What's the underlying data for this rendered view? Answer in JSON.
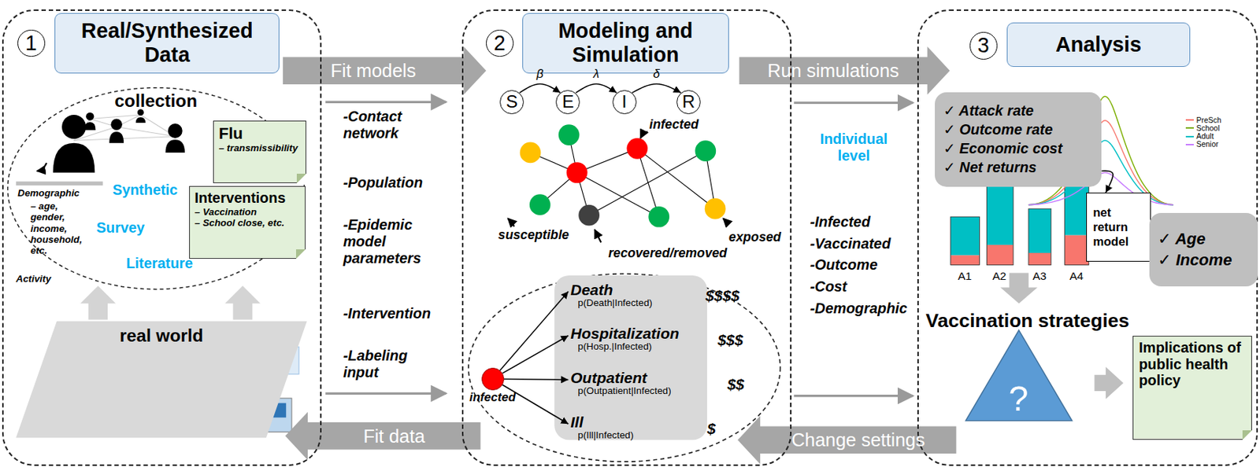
{
  "diagram": {
    "nodes": [
      {
        "text": [
          "1"
        ]
      },
      {
        "text": [
          "Real/Synthesized Data"
        ],
        "in": 0
      },
      {
        "text": [
          "collection"
        ],
        "in": 0
      },
      {
        "text": [
          "Flu",
          "– transmissibility"
        ],
        "in": 0
      },
      {
        "text": [
          "Interventions",
          "– Vaccination",
          "– School close, etc."
        ],
        "in": 0
      },
      {
        "text": [
          "real world"
        ],
        "in": 0
      },
      {
        "text": [
          "2"
        ]
      },
      {
        "text": [
          "Modeling and Simulation"
        ],
        "in": 6
      },
      {
        "text": [
          "S"
        ],
        "in": 6
      },
      {
        "text": [
          "E"
        ],
        "in": 6
      },
      {
        "text": [
          "I"
        ],
        "in": 6
      },
      {
        "text": [
          "R"
        ],
        "in": 6
      },
      {
        "text": [
          "infected"
        ],
        "in": 6
      },
      {
        "text": [
          "Death",
          "p(Death|Infected)"
        ],
        "in": 6
      },
      {
        "text": [
          "Hospitalization",
          "p(Hosp.|Infected)"
        ],
        "in": 6
      },
      {
        "text": [
          "Outpatient",
          "p(Outpatient|Infected)"
        ],
        "in": 6
      },
      {
        "text": [
          "Ill",
          "p(Ill|Infected)"
        ],
        "in": 6
      },
      {
        "text": [
          "3"
        ]
      },
      {
        "text": [
          "Analysis"
        ],
        "in": 17
      },
      {
        "text": [
          "✓ Attack rate",
          "✓ Outcome rate",
          "✓ Economic cost",
          "✓ Net returns"
        ],
        "in": 17
      },
      {
        "text": [
          "net return model"
        ],
        "in": 17
      },
      {
        "text": [
          "✓ Age",
          "✓ Income"
        ],
        "in": 17
      },
      {
        "text": [
          "?"
        ],
        "in": 17
      },
      {
        "text": [
          "Implications of public health policy"
        ],
        "in": 17
      }
    ],
    "edges": [
      {
        "from": 8,
        "to": 9,
        "label": "β",
        "arrow": "to"
      },
      {
        "from": 9,
        "to": 10,
        "label": "λ",
        "arrow": "to"
      },
      {
        "from": 10,
        "to": 11,
        "label": "δ",
        "arrow": "to"
      },
      {
        "from": 12,
        "to": 13,
        "arrow": "to"
      },
      {
        "from": 12,
        "to": 14,
        "arrow": "to"
      },
      {
        "from": 12,
        "to": 15,
        "arrow": "to"
      },
      {
        "from": 12,
        "to": 16,
        "arrow": "to"
      },
      {
        "from": 19,
        "to": 20,
        "arrow": "to"
      },
      {
        "from": 22,
        "to": 23,
        "arrow": "to"
      },
      {
        "from": 0,
        "to": 6,
        "label": "Fit models",
        "arrow": "to"
      },
      {
        "from": 6,
        "to": 17,
        "label": "Run simulations",
        "arrow": "to"
      },
      {
        "from": 17,
        "to": 6,
        "label": "Change settings",
        "arrow": "to"
      },
      {
        "from": 6,
        "to": 0,
        "label": "Fit data",
        "arrow": "to"
      }
    ],
    "labels": [
      "Demographic",
      "– age, gender, income, household, etc.",
      "Activity",
      "Synthetic",
      "Survey",
      "Literature",
      "-Contact network",
      "-Population",
      "-Epidemic model parameters",
      "-Intervention",
      "-Labeling input",
      "infected",
      "susceptible",
      "recovered/removed",
      "exposed",
      "$$$$",
      "$$$",
      "$$",
      "$",
      "Individual level",
      "-Infected",
      "-Vaccinated",
      "-Outcome",
      "-Cost",
      "-Demographic",
      "A1",
      "A2",
      "A3",
      "A4",
      "Vaccination strategies"
    ],
    "legend": [
      {
        "text": "PreSch",
        "color": "#f8766d"
      },
      {
        "text": "School",
        "color": "#7cae00"
      },
      {
        "text": "Adult",
        "color": "#00bfc4"
      },
      {
        "text": "Senior",
        "color": "#c77cff"
      }
    ]
  }
}
